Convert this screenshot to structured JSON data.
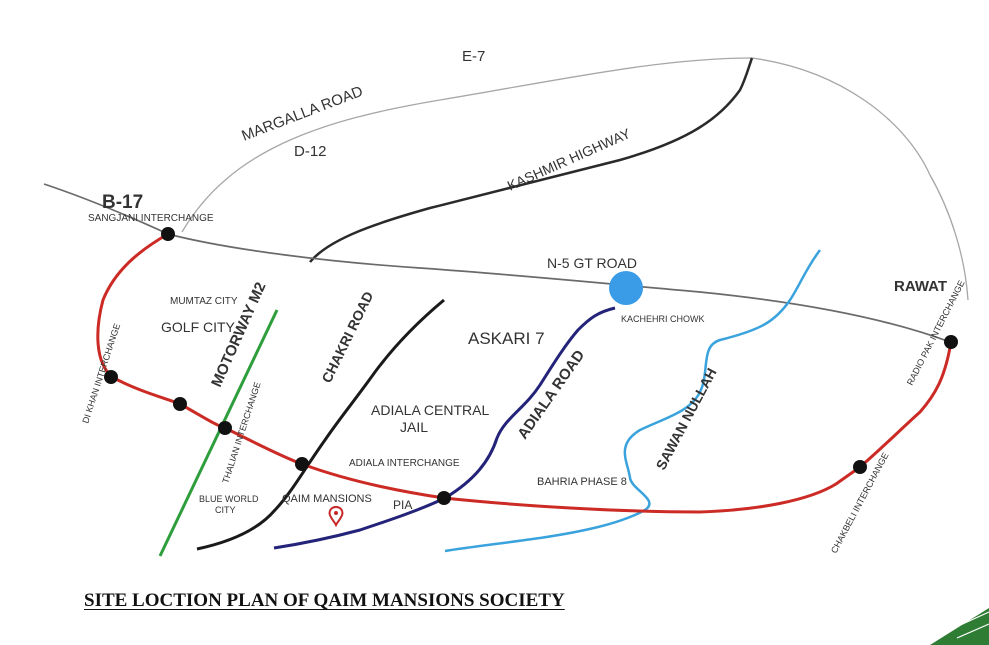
{
  "map": {
    "labels": {
      "e7": "E-7",
      "margalla_road": "MARGALLA ROAD",
      "d12": "D-12",
      "kashmir_highway": "KASHMIR HIGHWAY",
      "b17": "B-17",
      "sangjani_interchange": "SANGJANI INTERCHANGE",
      "n5_gt_road": "N-5 GT ROAD",
      "kachehri_chowk": "KACHEHRI CHOWK",
      "rawat": "RAWAT",
      "radio_pak_interchange": "RADIO PAK INTERCHANGE",
      "mumtaz_city": "MUMTAZ CITY",
      "golf_city": "GOLF CITY",
      "motorway_m2": "MOTORWAY M2",
      "chakri_road": "CHAKRI ROAD",
      "askari_7": "ASKARI 7",
      "di_khan_interchange": "DI KHAN INTERCHANGE",
      "thalian_interchange": "THALIAN INTERCHANGE",
      "adiala_central_jail_line1": "ADIALA CENTRAL",
      "adiala_central_jail_line2": "JAIL",
      "adiala_road": "ADIALA ROAD",
      "sawan_nullah": "SAWAN NULLAH",
      "adiala_interchange": "ADIALA INTERCHANGE",
      "bahria_phase_8": "BAHRIA PHASE 8",
      "blue_world_city_line1": "BLUE WORLD",
      "blue_world_city_line2": "CITY",
      "qaim_mansions": "QAIM MANSIONS",
      "pia": "PIA",
      "chakbeli_interchange": "CHAKBELI INTERCHANGE"
    },
    "colors": {
      "ring_road": "#cc2a24",
      "motorway": "#2e9e3c",
      "chakri_road": "#1a1a1a",
      "adiala_road": "#24237a",
      "sawan_nullah": "#3aa3dd",
      "kachehri_marker": "#3a9be6",
      "qaim_label": "#b03aa0",
      "pin": "#c62828",
      "adiala_label": "#e0962a",
      "motorway_label": "#2e9e3c",
      "chakri_label": "#2a2a8a",
      "sawan_label": "#3aa3dd",
      "thalian_label": "#b05a9a",
      "corner_accent": "#2f7d34"
    }
  },
  "caption": "SITE LOCTION PLAN OF QAIM MANSIONS SOCIETY"
}
